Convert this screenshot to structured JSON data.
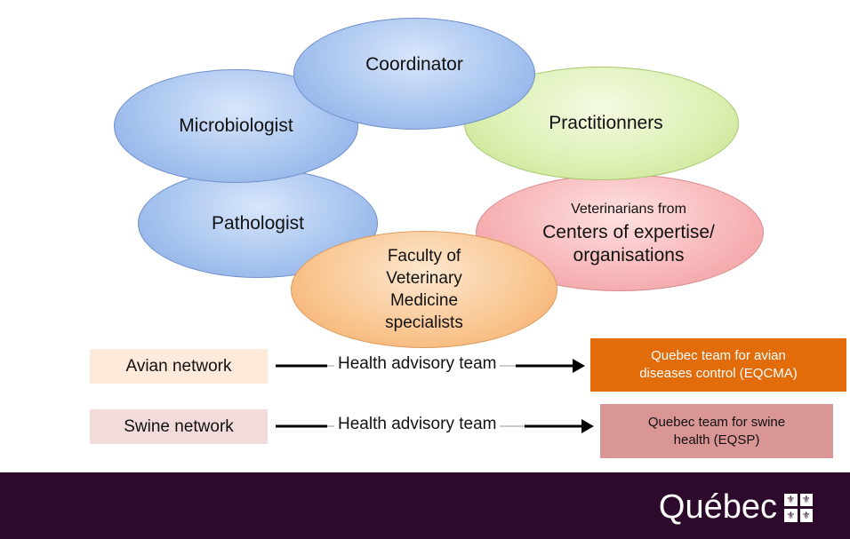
{
  "roles": {
    "coordinator": "Coordinator",
    "microbiologist": "Microbiologist",
    "practitioners": "Practitionners",
    "pathologist": "Pathologist",
    "veterinarians_line1": "Veterinarians from",
    "veterinarians_line2": "Centers of expertise/",
    "veterinarians_line3": "organisations",
    "faculty_line1": "Faculty of",
    "faculty_line2": "Veterinary",
    "faculty_line3": "Medicine",
    "faculty_line4": "specialists"
  },
  "networks": [
    {
      "name": "Avian network",
      "link": "Health advisory team",
      "team_line1": "Quebec team for avian",
      "team_line2": "diseases control (EQCMA)"
    },
    {
      "name": "Swine network",
      "link": "Health advisory team",
      "team_line1": "Quebec team for swine",
      "team_line2": "health (EQSP)"
    }
  ],
  "footer": {
    "logo": "Québec"
  },
  "colors": {
    "avian_box": "#fdeadb",
    "avian_team": "#e36c0a",
    "swine_box": "#f2dcdb",
    "swine_team": "#d99694",
    "footer_bg": "#2d0a2b"
  }
}
